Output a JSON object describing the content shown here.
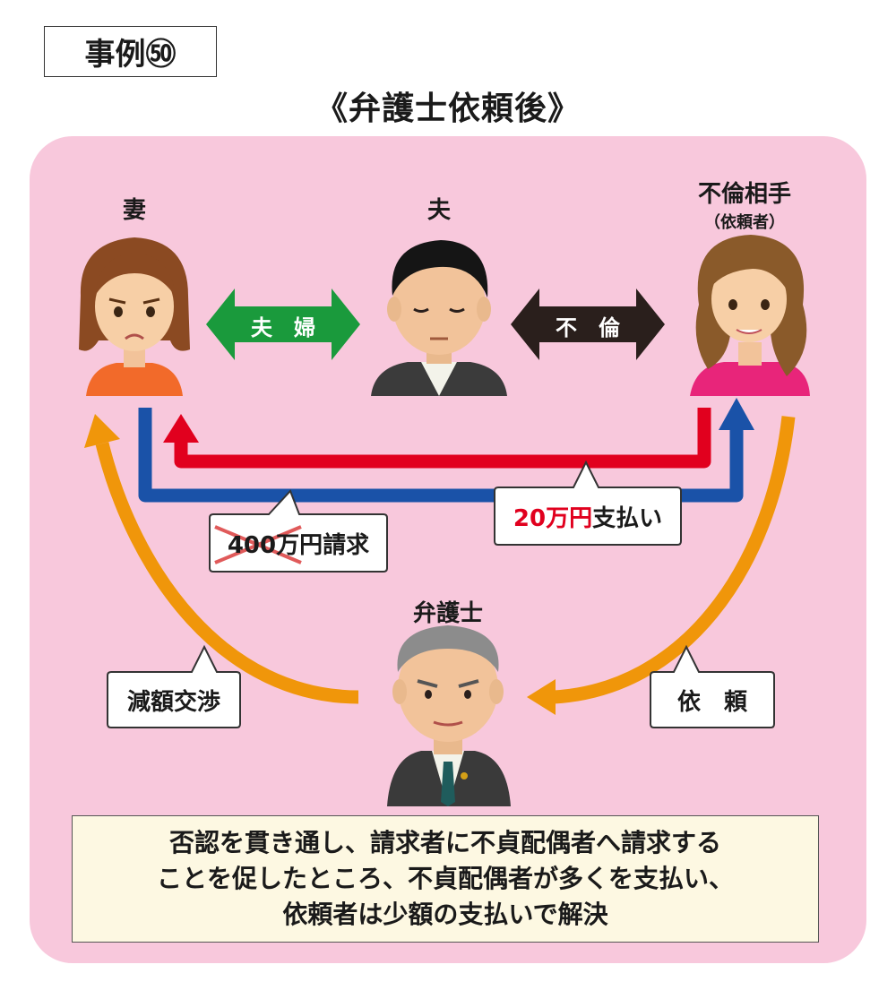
{
  "case_label": "事例㊿",
  "title": "《弁護士依頼後》",
  "people": {
    "wife": "妻",
    "husband": "夫",
    "partner": "不倫相手",
    "partner_note": "（依頼者）",
    "lawyer": "弁護士"
  },
  "relations": {
    "marriage": "夫　婦",
    "affair": "不　倫"
  },
  "bubbles": {
    "demand_struck": "400万",
    "demand_rest": "円請求",
    "payment_red": "20万円",
    "payment_rest": "支払い",
    "negotiation": "減額交渉",
    "request": "依　頼"
  },
  "summary_lines": [
    "否認を貫き通し、請求者に不貞配偶者へ請求する",
    "ことを促したところ、不貞配偶者が多くを支払い、",
    "依頼者は少額の支払いで解決"
  ],
  "colors": {
    "panel": "#f8c8dc",
    "marriage_arrow": "#1a9a3c",
    "affair_arrow": "#2a1f1c",
    "payment_arrow": "#e1001e",
    "demand_arrow": "#1a52a8",
    "lawyer_arrow": "#f0960a"
  }
}
